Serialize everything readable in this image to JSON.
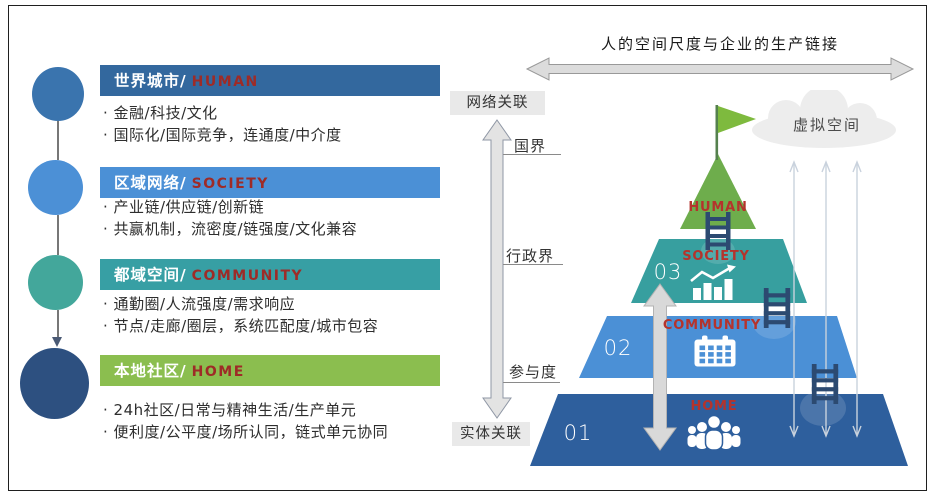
{
  "left_panel": {
    "sections": [
      {
        "title_zh": "世界城市/",
        "title_en": "HUMAN",
        "header_color": "#33689e",
        "circle_color": "#3a74ae",
        "bullets": [
          "· 金融/科技/文化",
          "· 国际化/国际竞争，连通度/中介度"
        ]
      },
      {
        "title_zh": "区域网络/",
        "title_en": "SOCIETY",
        "header_color": "#4b90d6",
        "circle_color": "#4c90d6",
        "bullets": [
          "· 产业链/供应链/创新链",
          "· 共赢机制，流密度/链强度/文化兼容"
        ]
      },
      {
        "title_zh": "都域空间/",
        "title_en": "COMMUNITY",
        "header_color": "#379fa4",
        "circle_color": "#43a79b",
        "bullets": [
          "· 通勤圈/人流强度/需求响应",
          "· 节点/走廊/圈层，系统匹配度/城市包容"
        ]
      },
      {
        "title_zh": "本地社区/",
        "title_en": "HOME",
        "header_color": "#8bbe4f",
        "circle_color": "#2d5080",
        "bullets": [
          "· 24h社区/日常与精神生活/生产单元",
          "· 便利度/公平度/场所认同，链式单元协同"
        ]
      }
    ]
  },
  "top_axis": {
    "label": "人的空间尺度与企业的生产链接"
  },
  "left_axis": {
    "top_label": "网络关联",
    "bottom_label": "实体关联",
    "ticks": [
      "国界",
      "行政界",
      "参与度"
    ]
  },
  "pyramid": {
    "peak": {
      "name": "HUMAN",
      "color": "#6ead4c",
      "flag_color": "#7eba3e"
    },
    "levels": [
      {
        "number": "03",
        "name": "SOCIETY",
        "color": "#379f9f",
        "icon": "chart-icon"
      },
      {
        "number": "02",
        "name": "COMMUNITY",
        "color": "#4b90d6",
        "icon": "calendar-icon"
      },
      {
        "number": "01",
        "name": "HOME",
        "color": "#2e5f9d",
        "icon": "people-icon"
      }
    ]
  },
  "cloud": {
    "label": "虚拟空间"
  },
  "palette": {
    "red_label": "#b5332c",
    "gray_badge_bg": "#e9e9e9",
    "big_arrow_fill": "#dcdcdc",
    "thin_arrow": "#c9d2dd",
    "ladder": "#2c4a71"
  }
}
